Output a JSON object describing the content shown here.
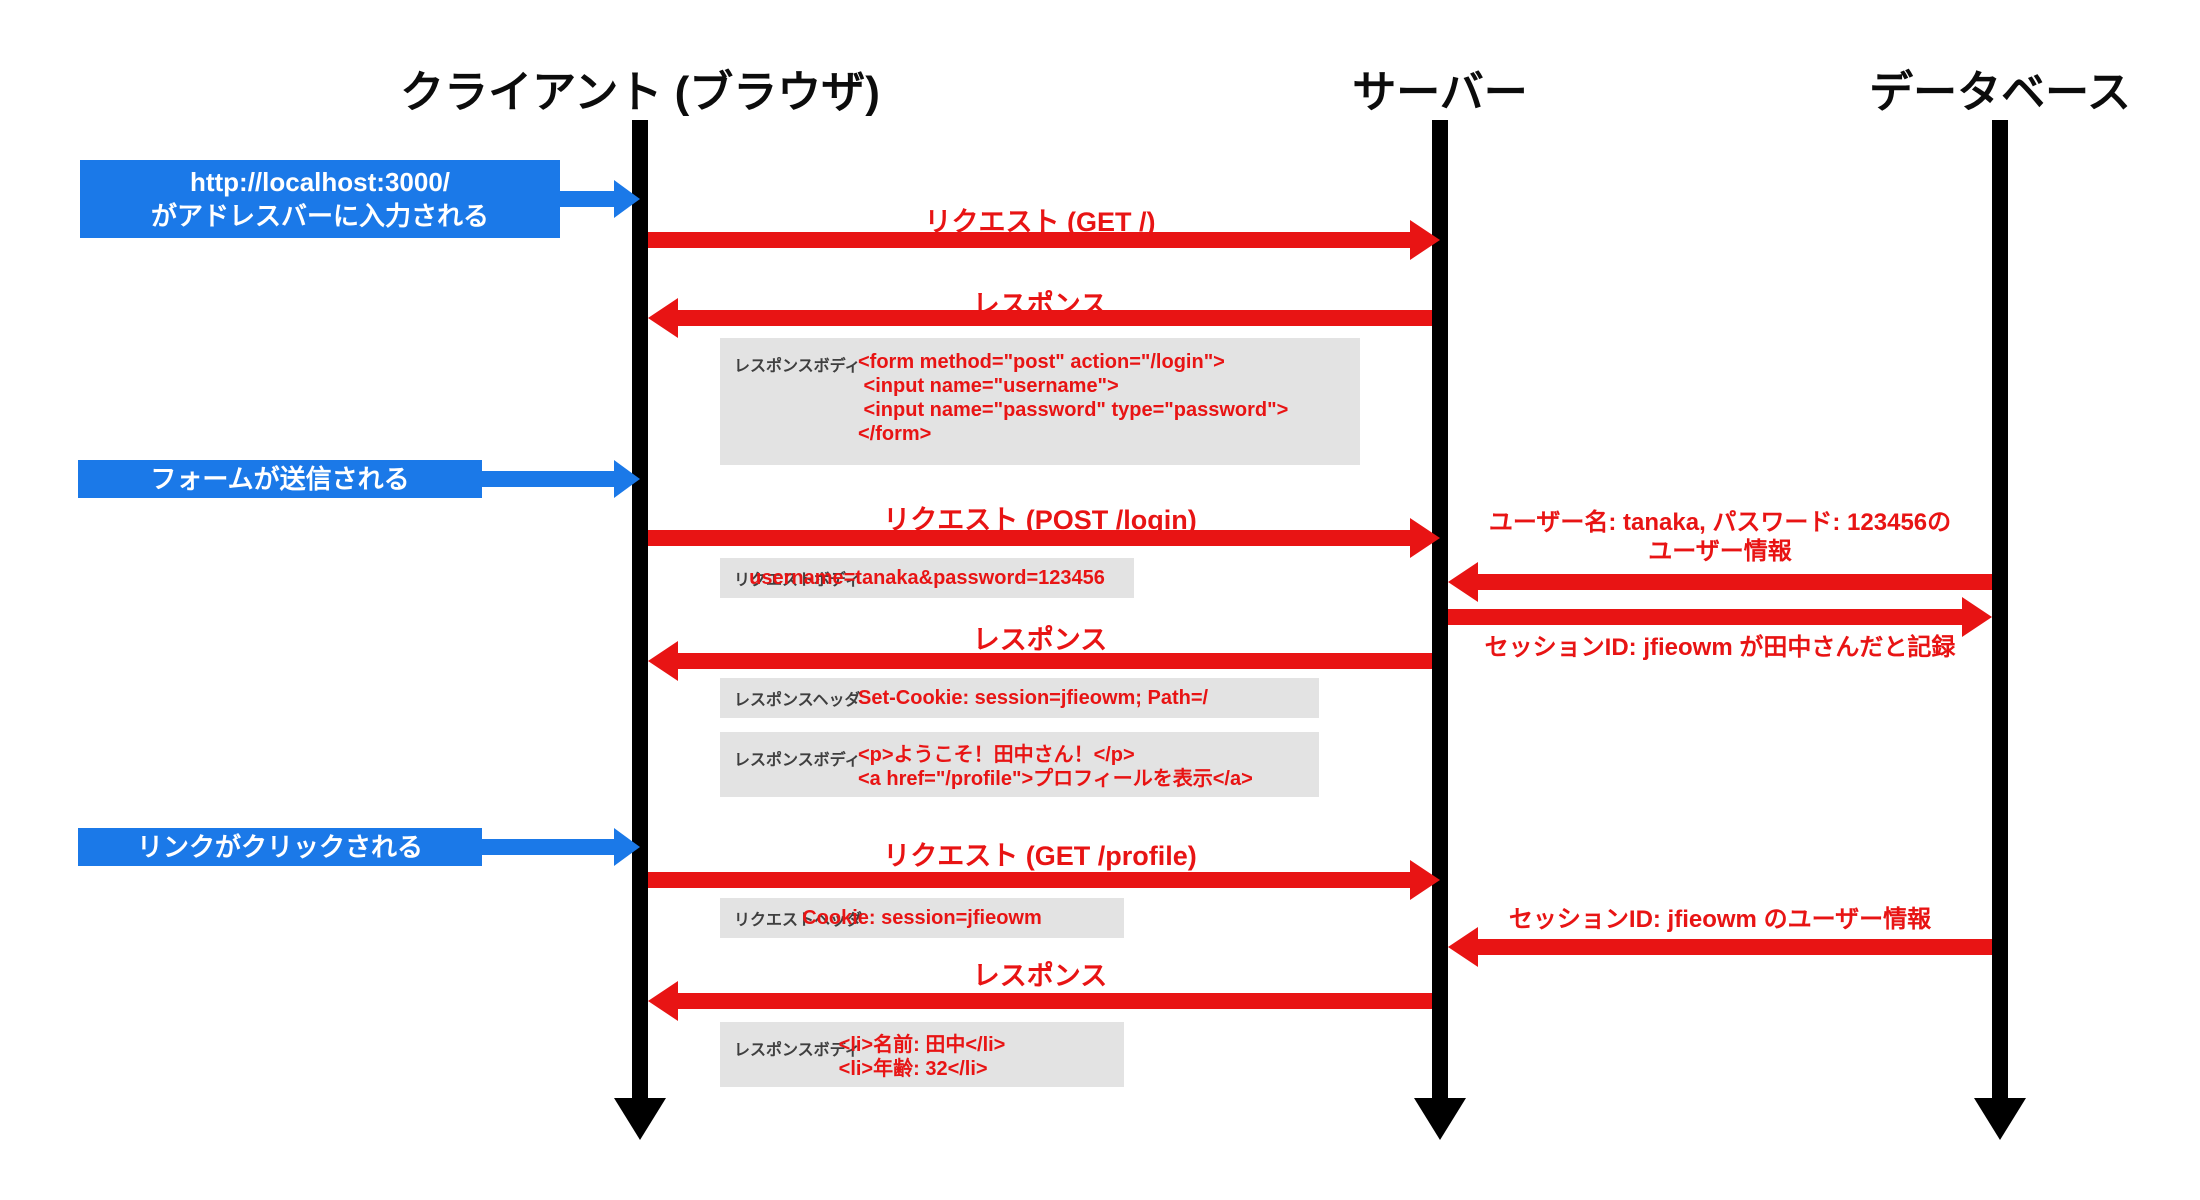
{
  "diagram": {
    "title_hint": "HTTP session sequence diagram",
    "colors": {
      "red": "#e81414",
      "blue": "#1b79e8",
      "box_gray": "#e3e3e3",
      "black": "#000000"
    },
    "actors": [
      {
        "label": "クライアント (ブラウザ)"
      },
      {
        "label": "サーバー"
      },
      {
        "label": "データベース"
      }
    ],
    "events": [
      {
        "lines": [
          "http://localhost:3000/",
          "がアドレスバーに入力される"
        ]
      },
      {
        "label": "フォームが送信される"
      },
      {
        "label": "リンクがクリックされる"
      }
    ],
    "messages": [
      {
        "label": "リクエスト (GET /)"
      },
      {
        "label": "レスポンス"
      },
      {
        "label": "リクエスト (POST /login)"
      },
      {
        "label": "レスポンス"
      },
      {
        "label": "リクエスト (GET /profile)"
      },
      {
        "label": "レスポンス"
      }
    ],
    "notes": [
      {
        "lines": [
          "ユーザー名: tanaka, パスワード: 123456の",
          "ユーザー情報"
        ]
      },
      {
        "label": "セッションID: jfieowm が田中さんだと記録"
      },
      {
        "label": "セッションID: jfieowm のユーザー情報"
      }
    ],
    "payloads": [
      {
        "label": "レスポンスボディ",
        "code": "<form method=\"post\" action=\"/login\">\n <input name=\"username\">\n <input name=\"password\" type=\"password\">\n</form>"
      },
      {
        "label": "リクエストボディ",
        "code": "username=tanaka&password=123456"
      },
      {
        "label": "レスポンスヘッダ",
        "code": "Set-Cookie: session=jfieowm; Path=/"
      },
      {
        "label": "レスポンスボディ",
        "code": "<p>ようこそ！田中さん！</p>\n<a href=\"/profile\">プロフィールを表示</a>"
      },
      {
        "label": "リクエストヘッダ",
        "code": "Cookie: session=jfieowm"
      },
      {
        "label": "レスポンスボディ",
        "code": "<li>名前: 田中</li>\n<li>年齢: 32</li>"
      }
    ]
  }
}
